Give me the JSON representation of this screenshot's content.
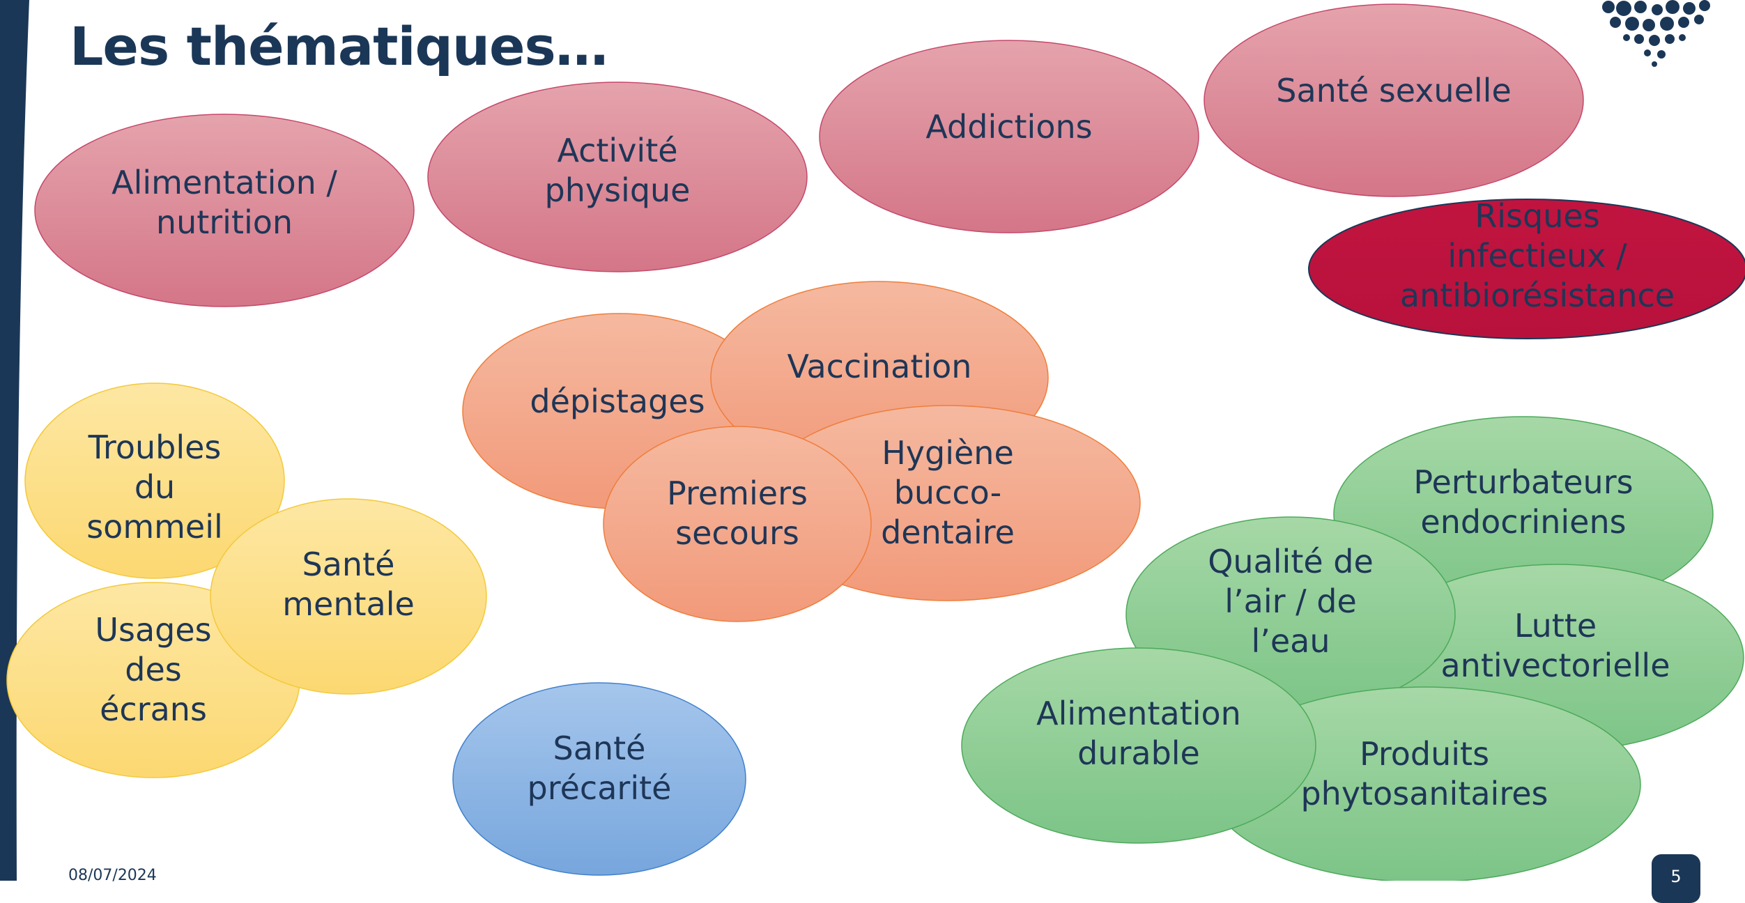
{
  "slide": {
    "title": "Les thématiques…",
    "date": "08/07/2024",
    "page_number": "5"
  },
  "colors": {
    "navy": "#1b3757",
    "pink": "#d97b8d",
    "red": "#be1442",
    "orange": "#f5a586",
    "yellow": "#fcdc7d",
    "blue": "#7ea9e0",
    "green": "#88c98f"
  },
  "bubbles": [
    {
      "id": "alimentation-nutrition",
      "group": "pink",
      "lines": [
        "Alimentation /",
        "nutrition"
      ]
    },
    {
      "id": "activite-physique",
      "group": "pink",
      "lines": [
        "Activité",
        "physique"
      ]
    },
    {
      "id": "addictions",
      "group": "pink",
      "lines": [
        "Addictions"
      ]
    },
    {
      "id": "sante-sexuelle",
      "group": "pink",
      "lines": [
        "Santé sexuelle"
      ]
    },
    {
      "id": "risques-infectieux",
      "group": "red",
      "lines": [
        "Risques",
        "infectieux /",
        "antibiorésistance"
      ]
    },
    {
      "id": "depistages",
      "group": "orange",
      "lines": [
        "dépistages"
      ]
    },
    {
      "id": "vaccination",
      "group": "orange",
      "lines": [
        "Vaccination"
      ]
    },
    {
      "id": "hygiene-bucco-dentaire",
      "group": "orange",
      "lines": [
        "Hygiène",
        "bucco-",
        "dentaire"
      ]
    },
    {
      "id": "premiers-secours",
      "group": "orange",
      "lines": [
        "Premiers",
        "secours"
      ]
    },
    {
      "id": "troubles-sommeil",
      "group": "yellow",
      "lines": [
        "Troubles",
        "du",
        "sommeil"
      ]
    },
    {
      "id": "usages-ecrans",
      "group": "yellow",
      "lines": [
        "Usages",
        "des",
        "écrans"
      ]
    },
    {
      "id": "sante-mentale",
      "group": "yellow",
      "lines": [
        "Santé",
        "mentale"
      ]
    },
    {
      "id": "sante-precarite",
      "group": "blue",
      "lines": [
        "Santé",
        "précarité"
      ]
    },
    {
      "id": "perturbateurs-endocriniens",
      "group": "green",
      "lines": [
        "Perturbateurs",
        "endocriniens"
      ]
    },
    {
      "id": "lutte-antivectorielle",
      "group": "green",
      "lines": [
        "Lutte",
        "antivectorielle"
      ]
    },
    {
      "id": "qualite-air-eau",
      "group": "green",
      "lines": [
        "Qualité de",
        "l’air / de",
        "l’eau"
      ]
    },
    {
      "id": "produits-phytosanitaires",
      "group": "green",
      "lines": [
        "Produits",
        "phytosanitaires"
      ]
    },
    {
      "id": "alimentation-durable",
      "group": "green",
      "lines": [
        "Alimentation",
        "durable"
      ]
    }
  ]
}
